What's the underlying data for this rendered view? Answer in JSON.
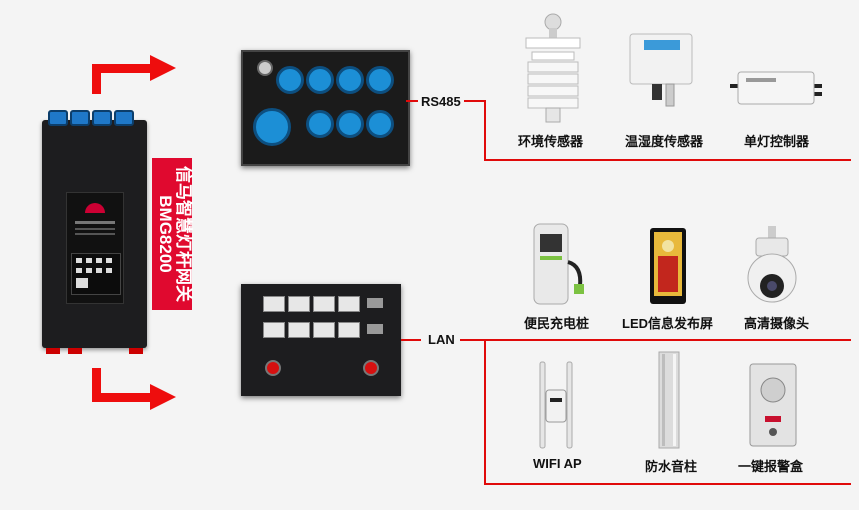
{
  "gateway": {
    "name": "信马智慧灯杆网关",
    "model": "BMG8200"
  },
  "buses": {
    "rs485": "RS485",
    "lan": "LAN"
  },
  "rs485_devices": [
    {
      "label": "环境传感器"
    },
    {
      "label": "温湿度传感器"
    },
    {
      "label": "单灯控制器"
    }
  ],
  "lan_devices_row1": [
    {
      "label": "便民充电桩"
    },
    {
      "label": "LED信息发布屏"
    },
    {
      "label": "高清摄像头"
    }
  ],
  "lan_devices_row2": [
    {
      "label": "WIFI AP"
    },
    {
      "label": "防水音柱"
    },
    {
      "label": "一键报警盒"
    }
  ],
  "colors": {
    "accent_red": "#e00a0a",
    "banner_red": "#e0092f",
    "port_blue": "#1c8fd6"
  }
}
